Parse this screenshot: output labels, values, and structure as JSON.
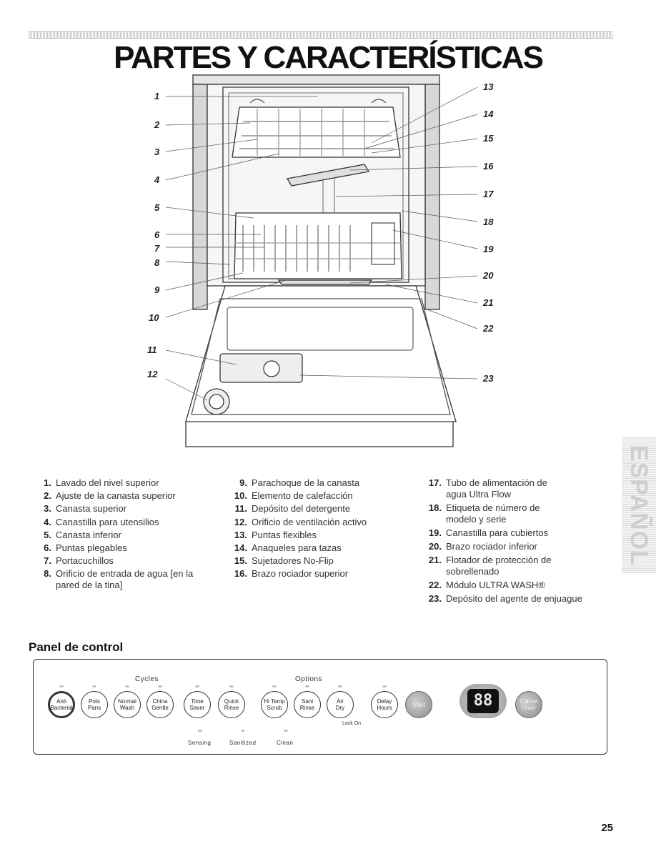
{
  "header": {
    "title": "PARTES Y CARACTERÍSTICAS"
  },
  "callouts": [
    "1",
    "2",
    "3",
    "4",
    "5",
    "6",
    "7",
    "8",
    "9",
    "10",
    "11",
    "12",
    "13",
    "14",
    "15",
    "16",
    "17",
    "18",
    "19",
    "20",
    "21",
    "22",
    "23"
  ],
  "parts": [
    {
      "num": "1.",
      "label": "Lavado del nivel superior"
    },
    {
      "num": "2.",
      "label": "Ajuste de la canasta superior"
    },
    {
      "num": "3.",
      "label": "Canasta superior"
    },
    {
      "num": "4.",
      "label": "Canastilla para utensilios"
    },
    {
      "num": "5.",
      "label": "Canasta inferior"
    },
    {
      "num": "6.",
      "label": "Puntas plegables"
    },
    {
      "num": "7.",
      "label": "Portacuchillos"
    },
    {
      "num": "8.",
      "label": "Orificio de entrada de agua [en la pared de la tina]"
    },
    {
      "num": "9.",
      "label": "Parachoque de la canasta"
    },
    {
      "num": "10.",
      "label": "Elemento de calefacción"
    },
    {
      "num": "11.",
      "label": "Depósito del detergente"
    },
    {
      "num": "12.",
      "label": "Orificio de ventilación activo"
    },
    {
      "num": "13.",
      "label": "Puntas flexibles"
    },
    {
      "num": "14.",
      "label": "Anaqueles para tazas"
    },
    {
      "num": "15.",
      "label": "Sujetadores No-Flip"
    },
    {
      "num": "16.",
      "label": "Brazo rociador superior"
    },
    {
      "num": "17.",
      "label": "Tubo de alimentación de agua Ultra Flow"
    },
    {
      "num": "18.",
      "label": "Etiqueta de número de modelo y serie"
    },
    {
      "num": "19.",
      "label": "Canastilla para cubiertos"
    },
    {
      "num": "20.",
      "label": "Brazo rociador inferior"
    },
    {
      "num": "21.",
      "label": "Flotador de protección de sobrellenado"
    },
    {
      "num": "22.",
      "label": "Módulo ULTRA WASH®"
    },
    {
      "num": "23.",
      "label": "Depósito del agente de enjuague"
    }
  ],
  "side_tab": {
    "label": "ESPAÑOL"
  },
  "control_panel": {
    "heading": "Panel de control",
    "cycles_label": "Cycles",
    "options_label": "Options",
    "buttons": [
      {
        "label": "Anti\nBacterial"
      },
      {
        "label": "Pots\nPans"
      },
      {
        "label": "Normal\nWash"
      },
      {
        "label": "China\nGentle"
      },
      {
        "label": "Time\nSaver"
      },
      {
        "label": "Quick\nRinse"
      },
      {
        "label": "Hi Temp\nScrub"
      },
      {
        "label": "Sani\nRinse"
      },
      {
        "label": "Air\nDry"
      },
      {
        "label": "Delay\nHours"
      },
      {
        "label": "Start"
      },
      {
        "label": "Cancel\nDrain"
      }
    ],
    "lock_label": "Lock On",
    "display_value": "88",
    "status": [
      {
        "label": "Sensing"
      },
      {
        "label": "Sanitized"
      },
      {
        "label": "Clean"
      }
    ]
  },
  "footer": {
    "page_number": "25"
  }
}
